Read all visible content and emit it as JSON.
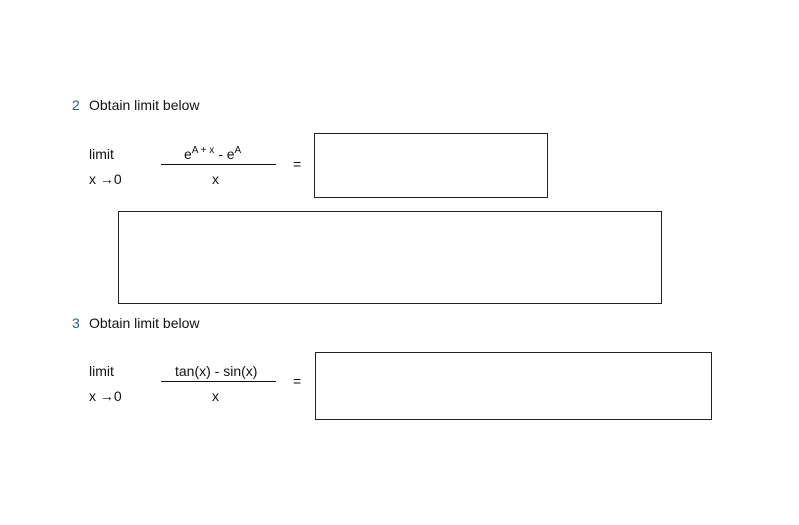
{
  "q2": {
    "number": "2",
    "title": "Obtain limit below",
    "limit_word": "limit",
    "approach": "x →0",
    "numerator_base_1": "e",
    "numerator_exp_1": "A + x",
    "numerator_minus": " - e",
    "numerator_exp_2": "A",
    "denominator": "x",
    "equals": "="
  },
  "q3": {
    "number": "3",
    "title": "Obtain limit below",
    "limit_word": "limit",
    "approach": "x →0",
    "numerator": "tan(x) - sin(x)",
    "denominator": "x",
    "equals": "="
  }
}
